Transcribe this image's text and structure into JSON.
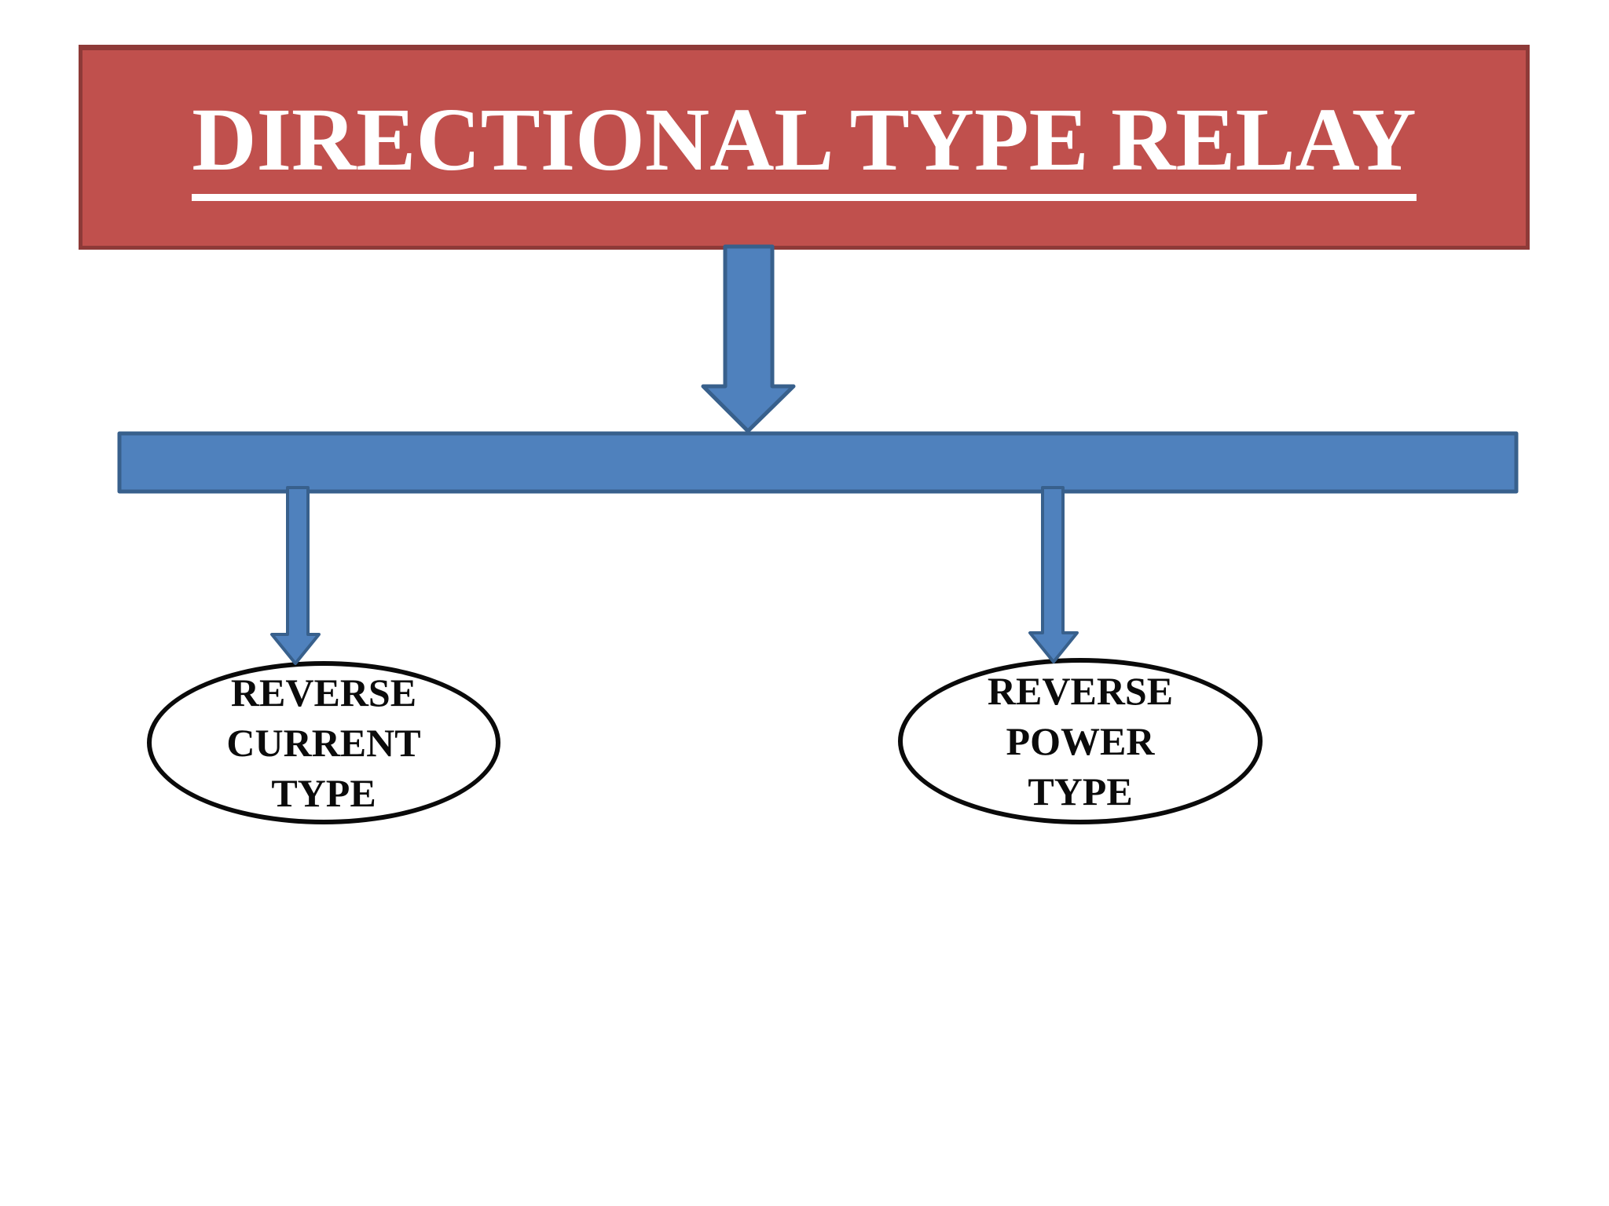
{
  "diagram": {
    "title": {
      "text": "DIRECTIONAL TYPE RELAY"
    },
    "branches": [
      {
        "id": "reverse-current-type",
        "lines": [
          "REVERSE",
          "CURRENT",
          "TYPE"
        ]
      },
      {
        "id": "reverse-power-type",
        "lines": [
          "REVERSE",
          "POWER",
          "TYPE"
        ]
      }
    ],
    "colors": {
      "background": "#FFFFFF",
      "title_fill": "#C0504D",
      "title_border": "#8E3A38",
      "title_text": "#FFFFFF",
      "connector_fill": "#4F81BD",
      "connector_border": "#38608C",
      "node_fill": "#FFFFFF",
      "node_border": "#0A0A0A",
      "node_text": "#0B0B0B"
    }
  }
}
